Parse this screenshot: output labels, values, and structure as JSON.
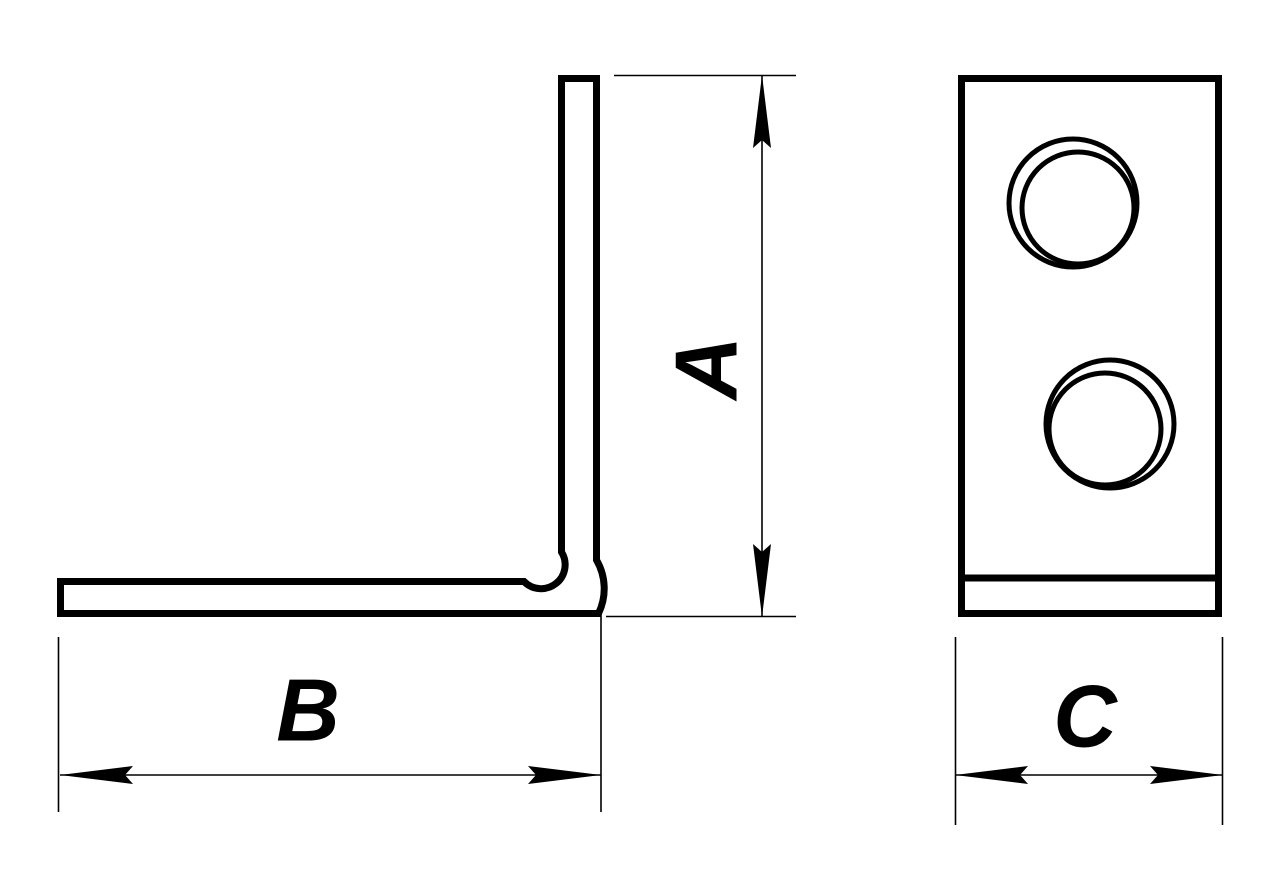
{
  "drawing": {
    "title": "Angle Bracket Dimensioned Drawing",
    "background_color": "#ffffff",
    "line_color": "#000000",
    "views": [
      {
        "name": "side-view",
        "description": "L-shaped angle bracket profile with rounded inner and outer corner fillets"
      },
      {
        "name": "front-view",
        "description": "Rectangular face plate with two countersunk through holes and a bottom flange edge line"
      }
    ]
  },
  "dimensions": {
    "height": {
      "label": "A",
      "orientation": "vertical",
      "rotation_deg": -90,
      "applies_to": "side-view"
    },
    "length": {
      "label": "B",
      "orientation": "horizontal",
      "rotation_deg": 0,
      "applies_to": "side-view"
    },
    "width": {
      "label": "C",
      "orientation": "horizontal",
      "rotation_deg": 0,
      "applies_to": "front-view"
    }
  },
  "features": {
    "holes": [
      {
        "name": "upper-hole",
        "type": "counterbored-through-hole"
      },
      {
        "name": "lower-hole",
        "type": "counterbored-through-hole"
      }
    ]
  }
}
